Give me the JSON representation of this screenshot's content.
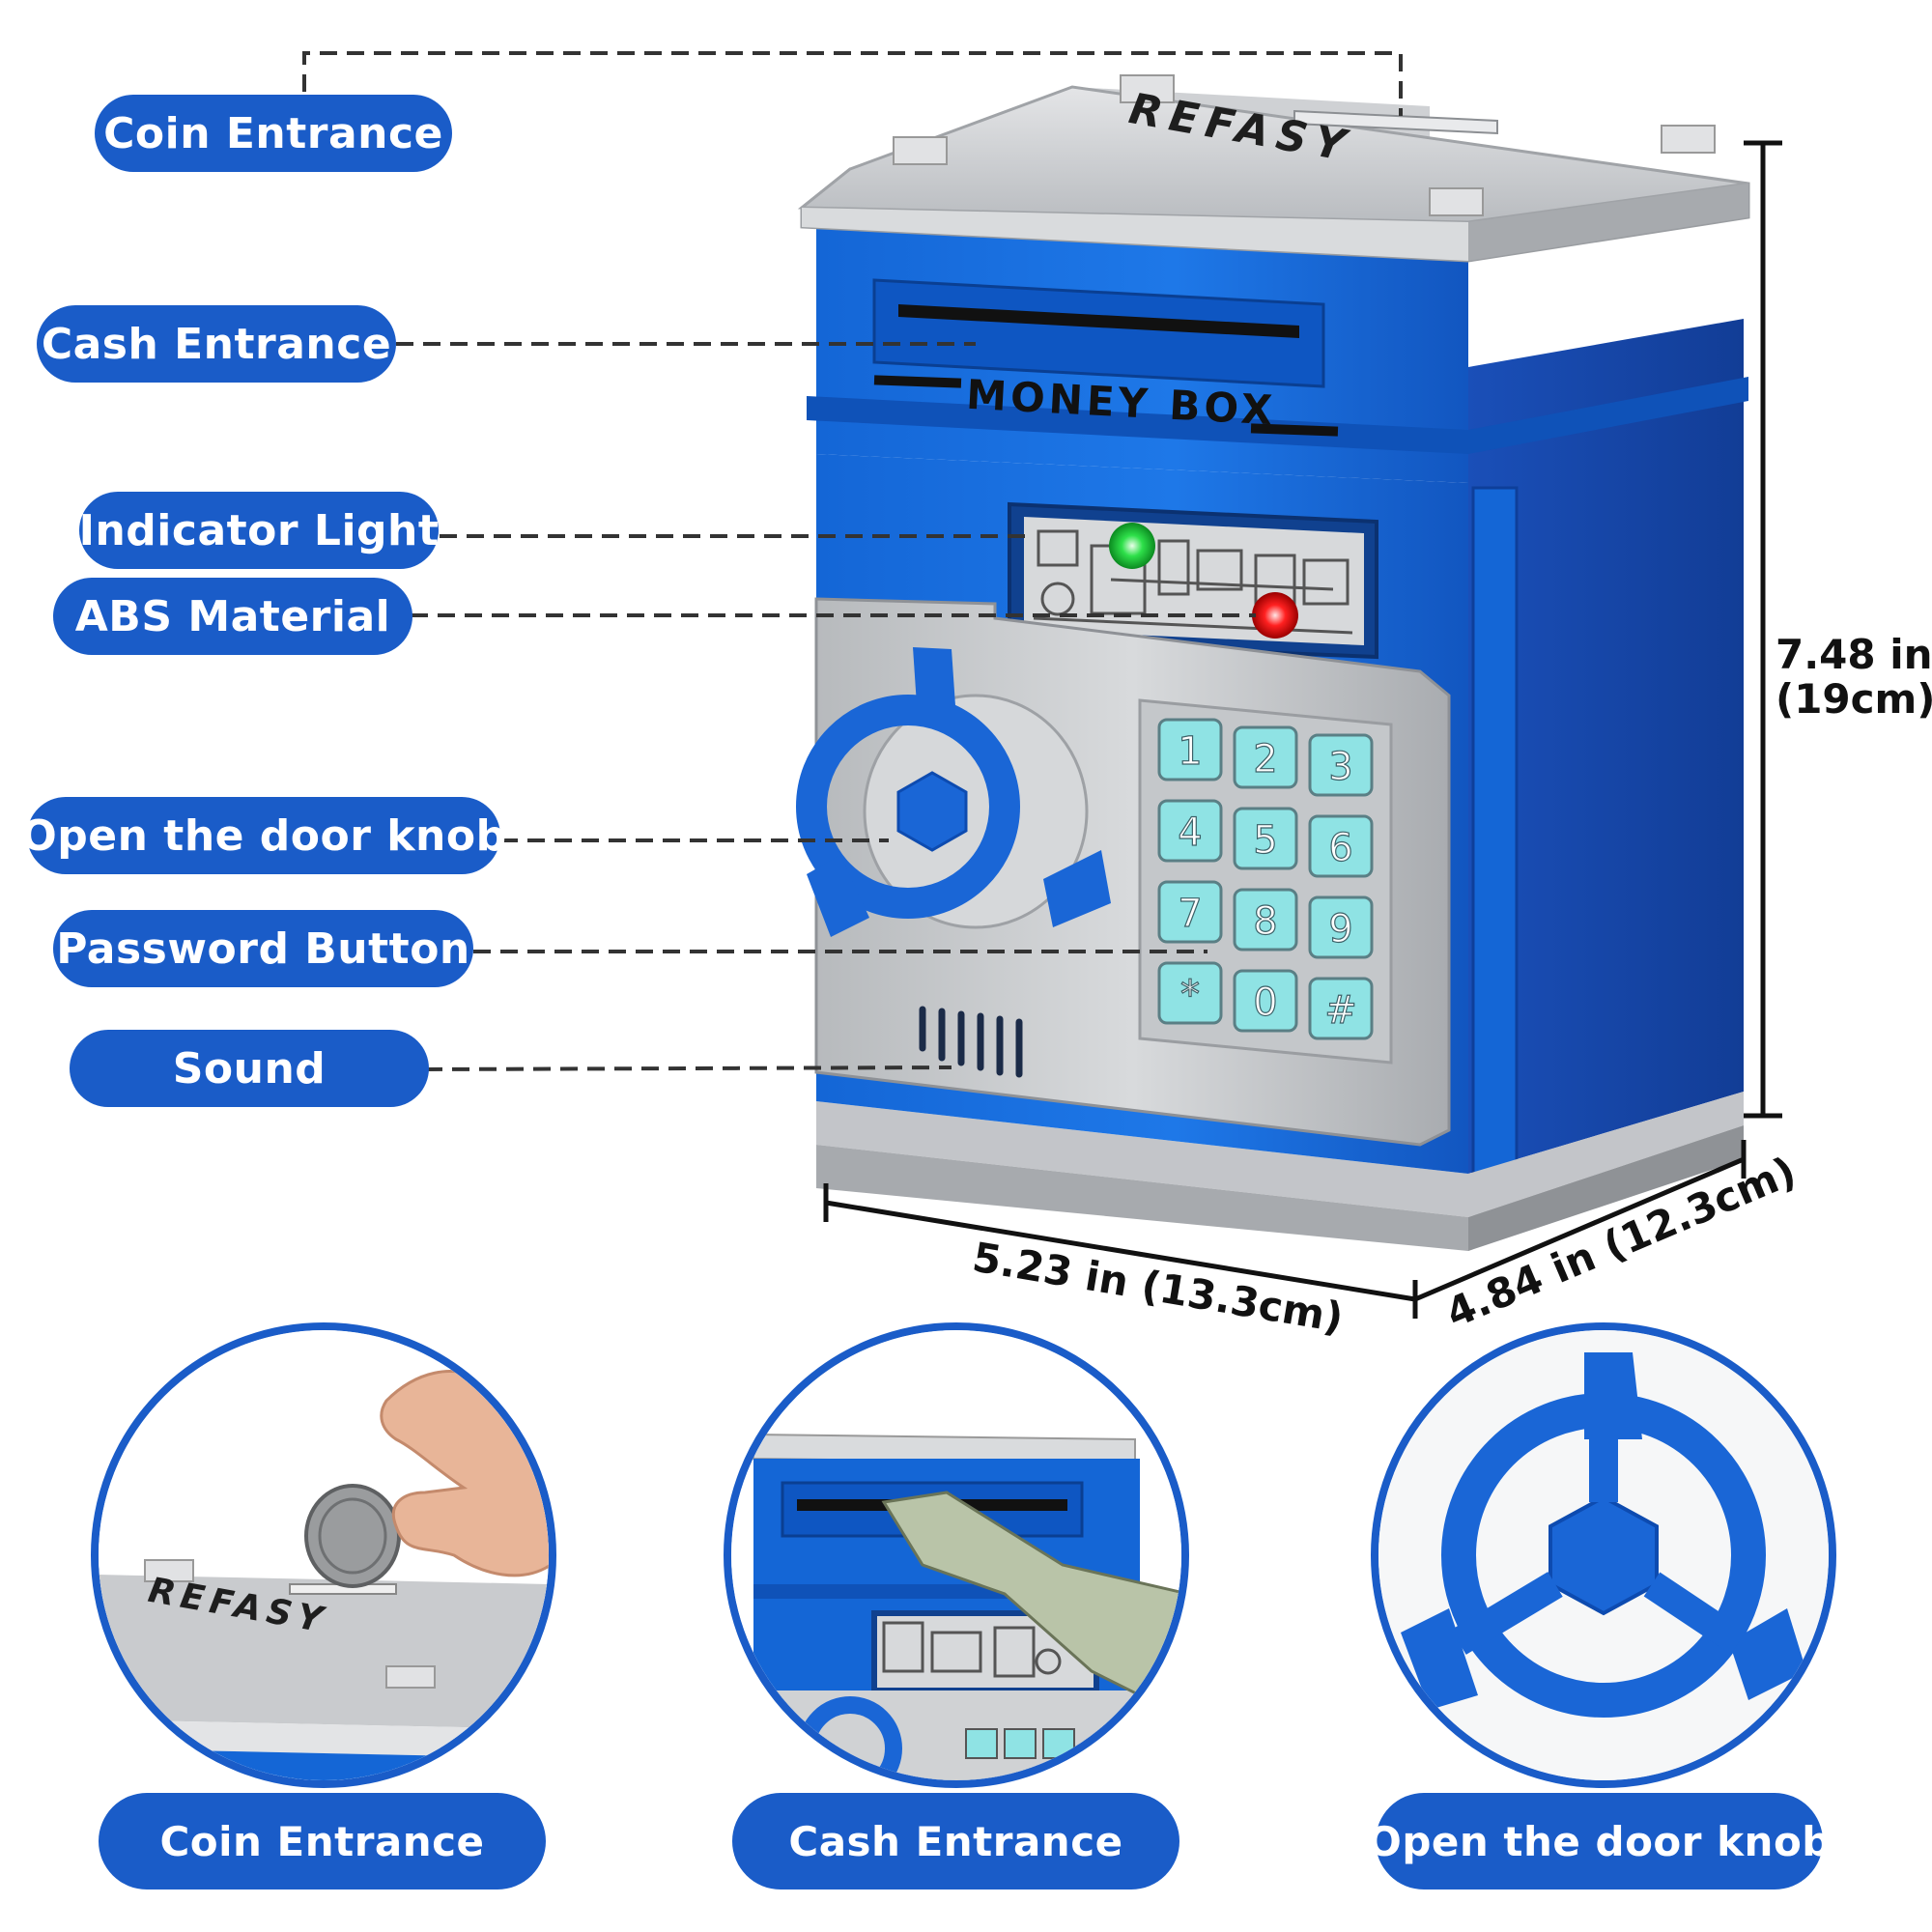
{
  "callouts": [
    {
      "id": "coin-entrance",
      "label": "Coin Entrance"
    },
    {
      "id": "cash-entrance",
      "label": "Cash Entrance"
    },
    {
      "id": "indicator-light",
      "label": "Indicator Light"
    },
    {
      "id": "abs-material",
      "label": "ABS Material"
    },
    {
      "id": "door-knob",
      "label": "Open the door knob"
    },
    {
      "id": "password-button",
      "label": "Password Button"
    },
    {
      "id": "sound",
      "label": "Sound"
    }
  ],
  "dimensions": {
    "height_in": "7.48 in",
    "height_cm": "(19cm)",
    "width": "5.23 in (13.3cm)",
    "depth": "4.84 in (12.3cm)"
  },
  "product": {
    "brand": "REFASY",
    "label": "MONEY BOX",
    "keypad": [
      "1",
      "2",
      "3",
      "4",
      "5",
      "6",
      "7",
      "8",
      "9",
      "*",
      "0",
      "#"
    ]
  },
  "details": [
    {
      "id": "coin",
      "label": "Coin Entrance"
    },
    {
      "id": "cash",
      "label": "Cash Entrance"
    },
    {
      "id": "knob",
      "label": "Open the door knob"
    }
  ],
  "colors": {
    "brand_blue": "#1a5cc8",
    "body_blue": "#1466d6",
    "silver": "#c9cbce",
    "key_cyan": "#8fe3e4",
    "led_green": "#2ee04a",
    "led_red": "#ff2020"
  }
}
